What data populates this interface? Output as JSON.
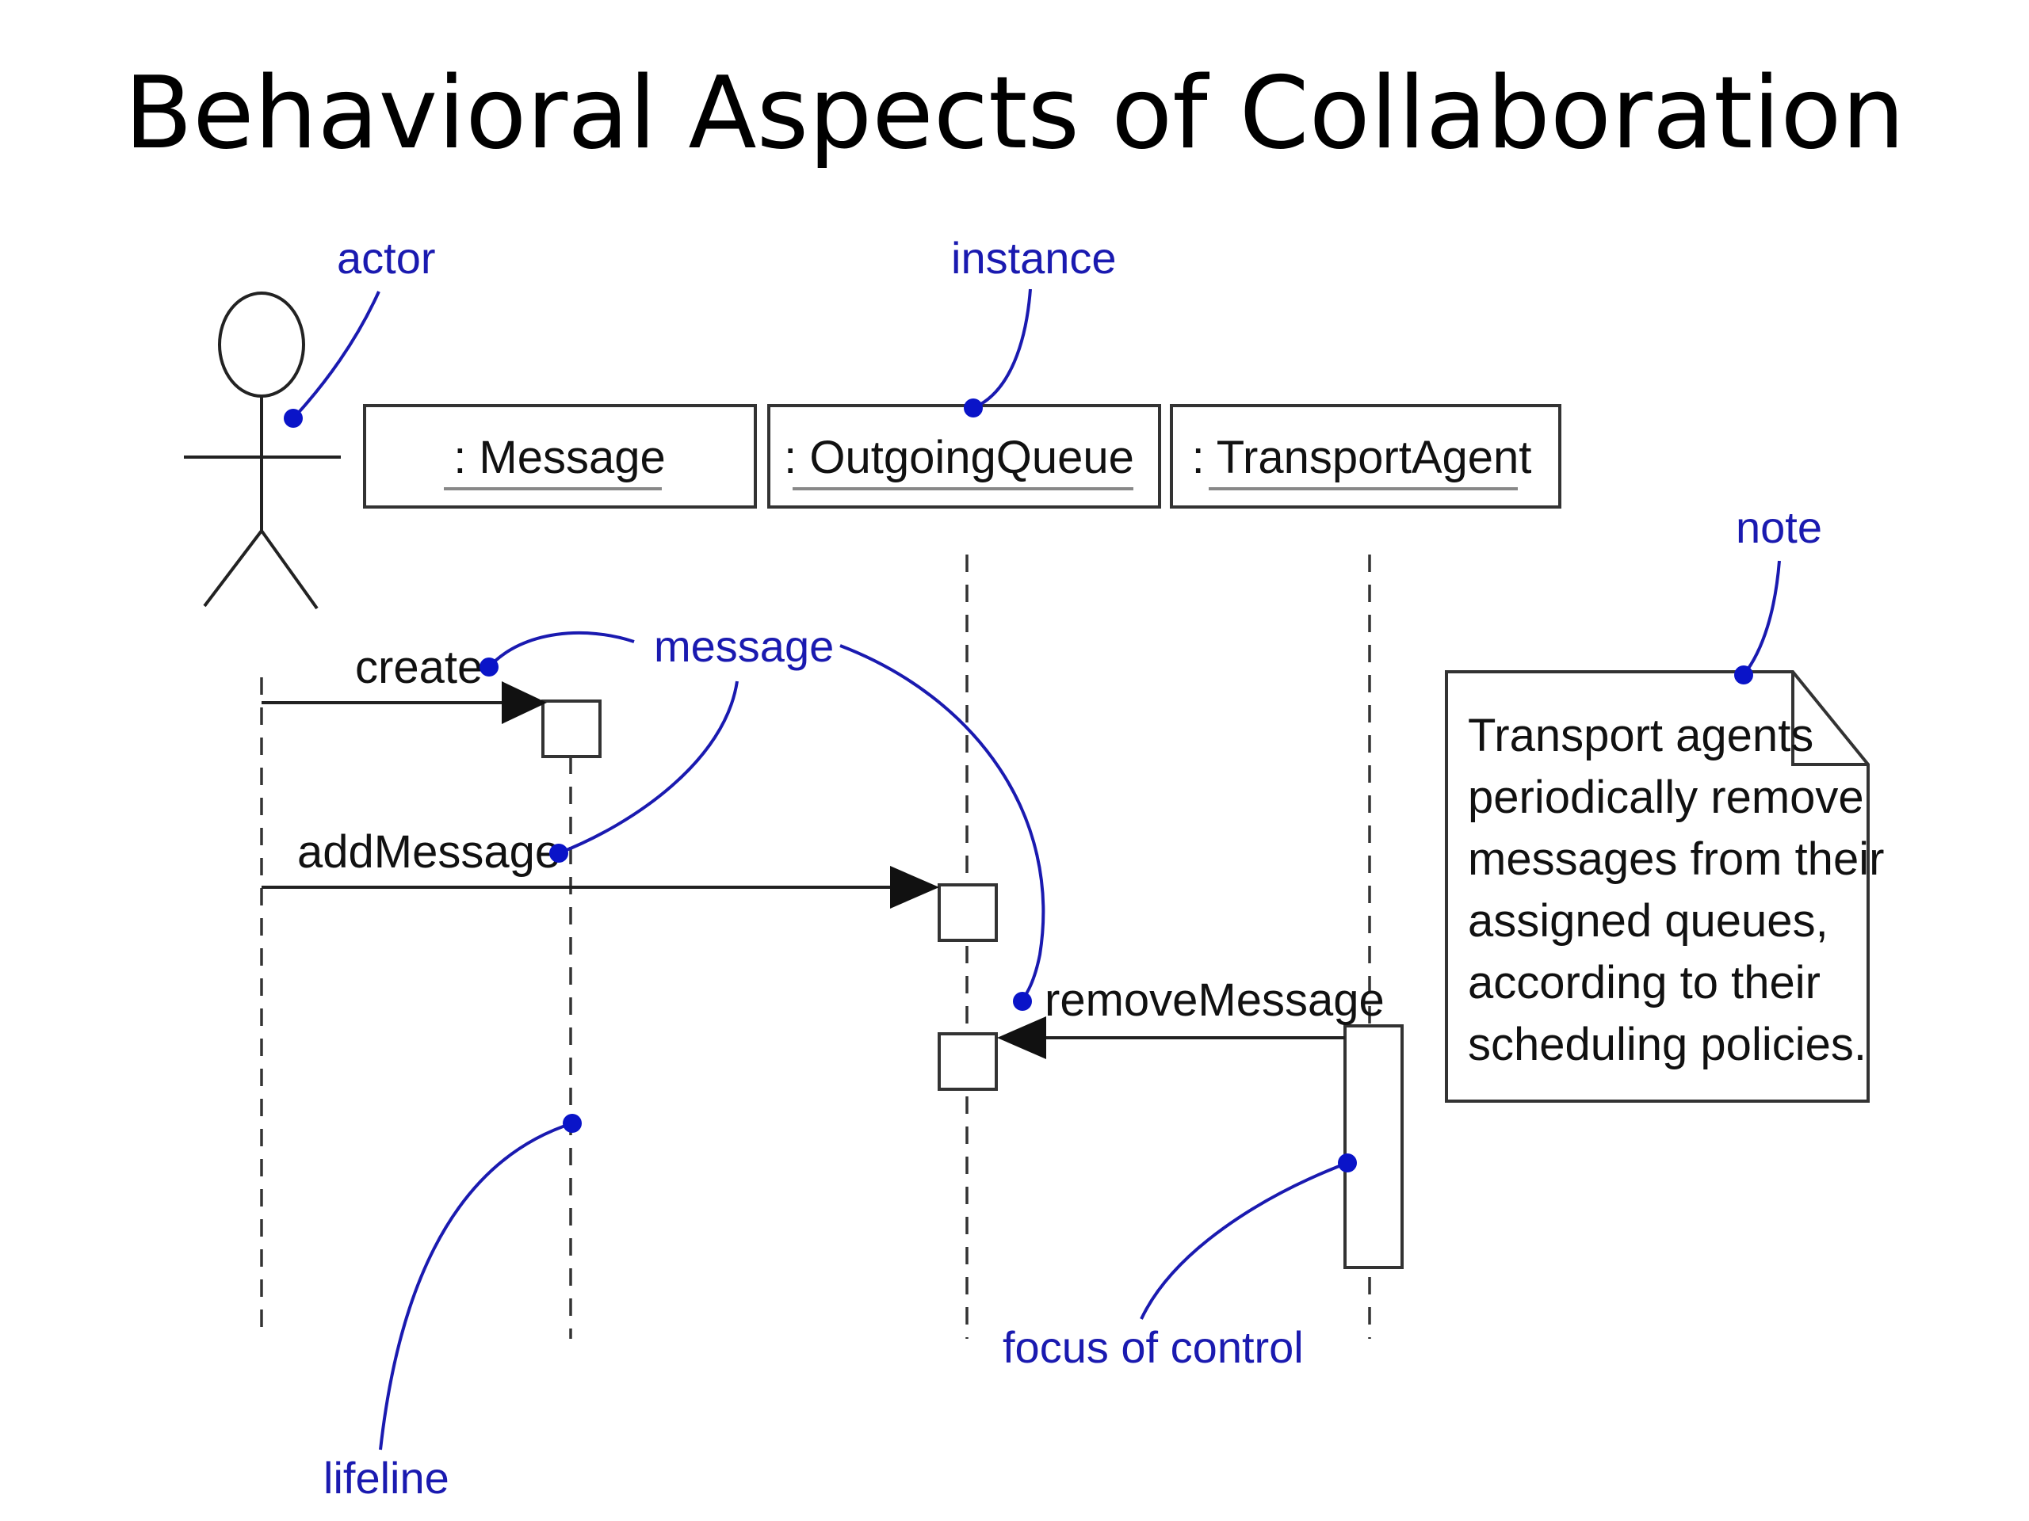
{
  "slide": {
    "title": "Behavioral Aspects of Collaboration"
  },
  "objects": [
    {
      "label": ": Message"
    },
    {
      "label": ": OutgoingQueue"
    },
    {
      "label": ": TransportAgent"
    }
  ],
  "messages": [
    {
      "label": "create"
    },
    {
      "label": "addMessage"
    },
    {
      "label": "removeMessage"
    }
  ],
  "annotations": {
    "actor": "actor",
    "instance": "instance",
    "message": "message",
    "note": "note",
    "lifeline": "lifeline",
    "focus_of_control": "focus of control"
  },
  "note": {
    "lines": [
      "Transport agents",
      "periodically remove",
      "messages from their",
      "assigned queues,",
      "according to their",
      "scheduling policies."
    ]
  },
  "colors": {
    "annotation": "#1a1ab0",
    "annotation_dot": "#0a14c8",
    "diagram_ink": "#222222"
  }
}
